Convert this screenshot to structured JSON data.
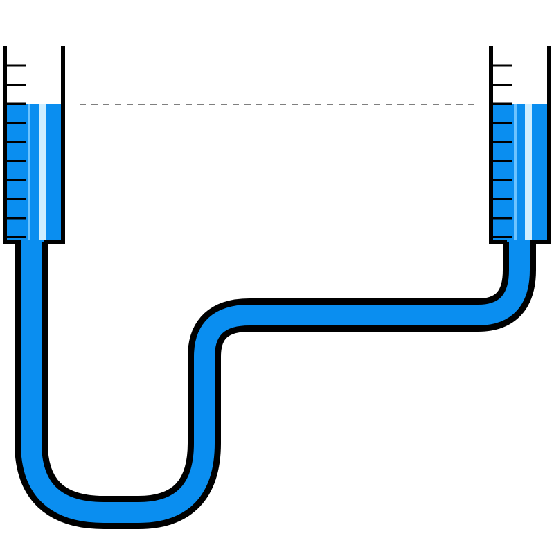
{
  "diagram": {
    "kind": "communicating-vessels",
    "colors": {
      "background": "#ffffff",
      "outline": "#000000",
      "water": "#0a8ef0",
      "water_highlight": "#cfeeff",
      "level_line": "#555555"
    },
    "left_tube": {
      "tick_marks": 10,
      "submerged_ticks": 7
    },
    "right_tube": {
      "tick_marks": 10,
      "submerged_ticks": 7
    },
    "level_line_style": "dashed"
  }
}
